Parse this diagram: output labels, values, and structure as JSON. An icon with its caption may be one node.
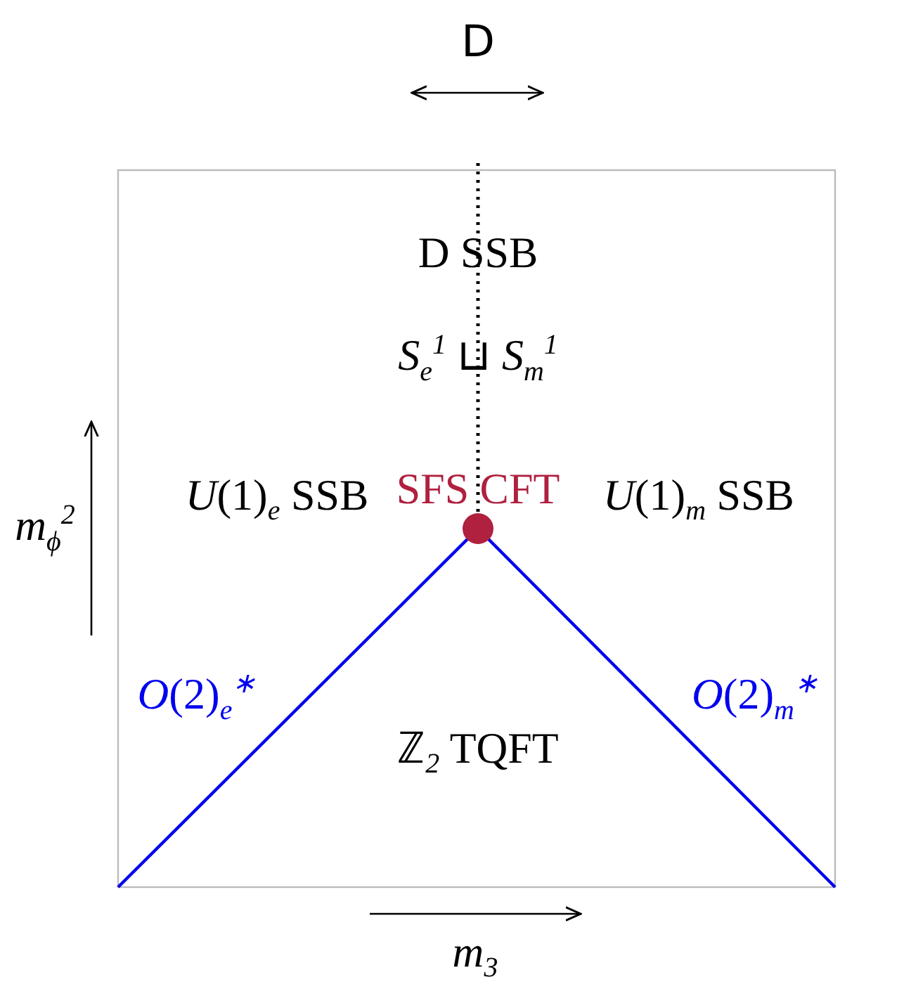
{
  "diagram": {
    "nodes": [
      {
        "text": [],
        "shape": "circle",
        "beside": [
          "SFS CFT"
        ]
      }
    ],
    "labels": [
      "D",
      "D SSB",
      "*S*$_{e}$$^{1}$ ⊔ *S*$_{m}$$^{1}$",
      "*U*(1)$_{e}$ SSB",
      "*U*(1)$_{m}$ SSB",
      "*m*$_{ϕ}$$^{2}$",
      "*O*(2)$_{e}$$^{∗}$",
      "*O*(2)$_{m}$$^{∗}$",
      "ℤ$_{2}$ TQFT",
      "*m*$_{3}$"
    ]
  }
}
